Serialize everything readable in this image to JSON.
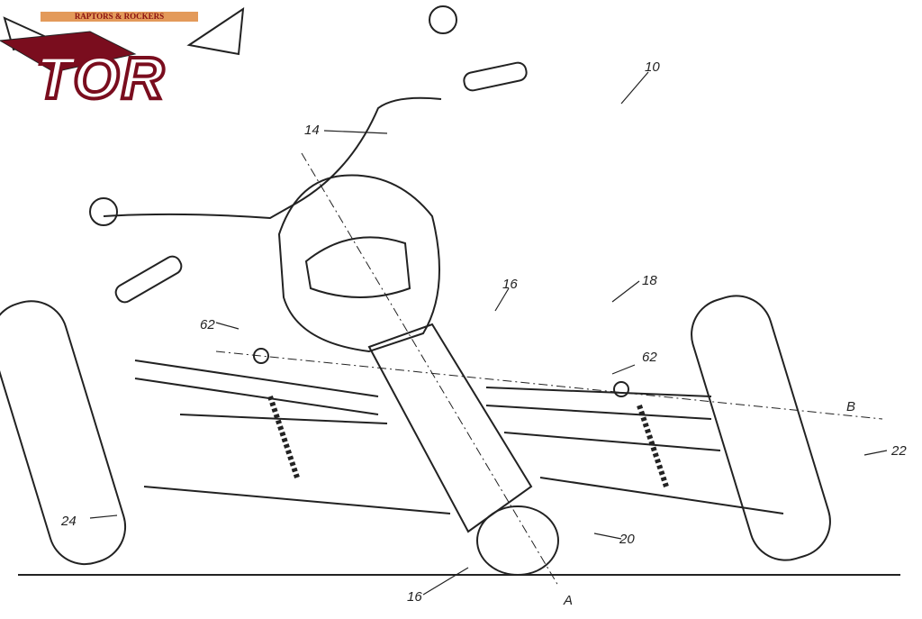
{
  "logo": {
    "banner": "RAPTORS & ROCKERS",
    "mark": "TOR",
    "accent": "#7a0d1e"
  },
  "labels": {
    "fig": "10",
    "handlebar": "14",
    "frame_top": "16",
    "assembly": "18",
    "pivot_left": "62",
    "pivot_right": "62",
    "angle_b": "B",
    "right_wheel": "22",
    "left_wheel": "24",
    "rear_wheel": "20",
    "frame_bottom": "16",
    "angle_a": "A"
  }
}
